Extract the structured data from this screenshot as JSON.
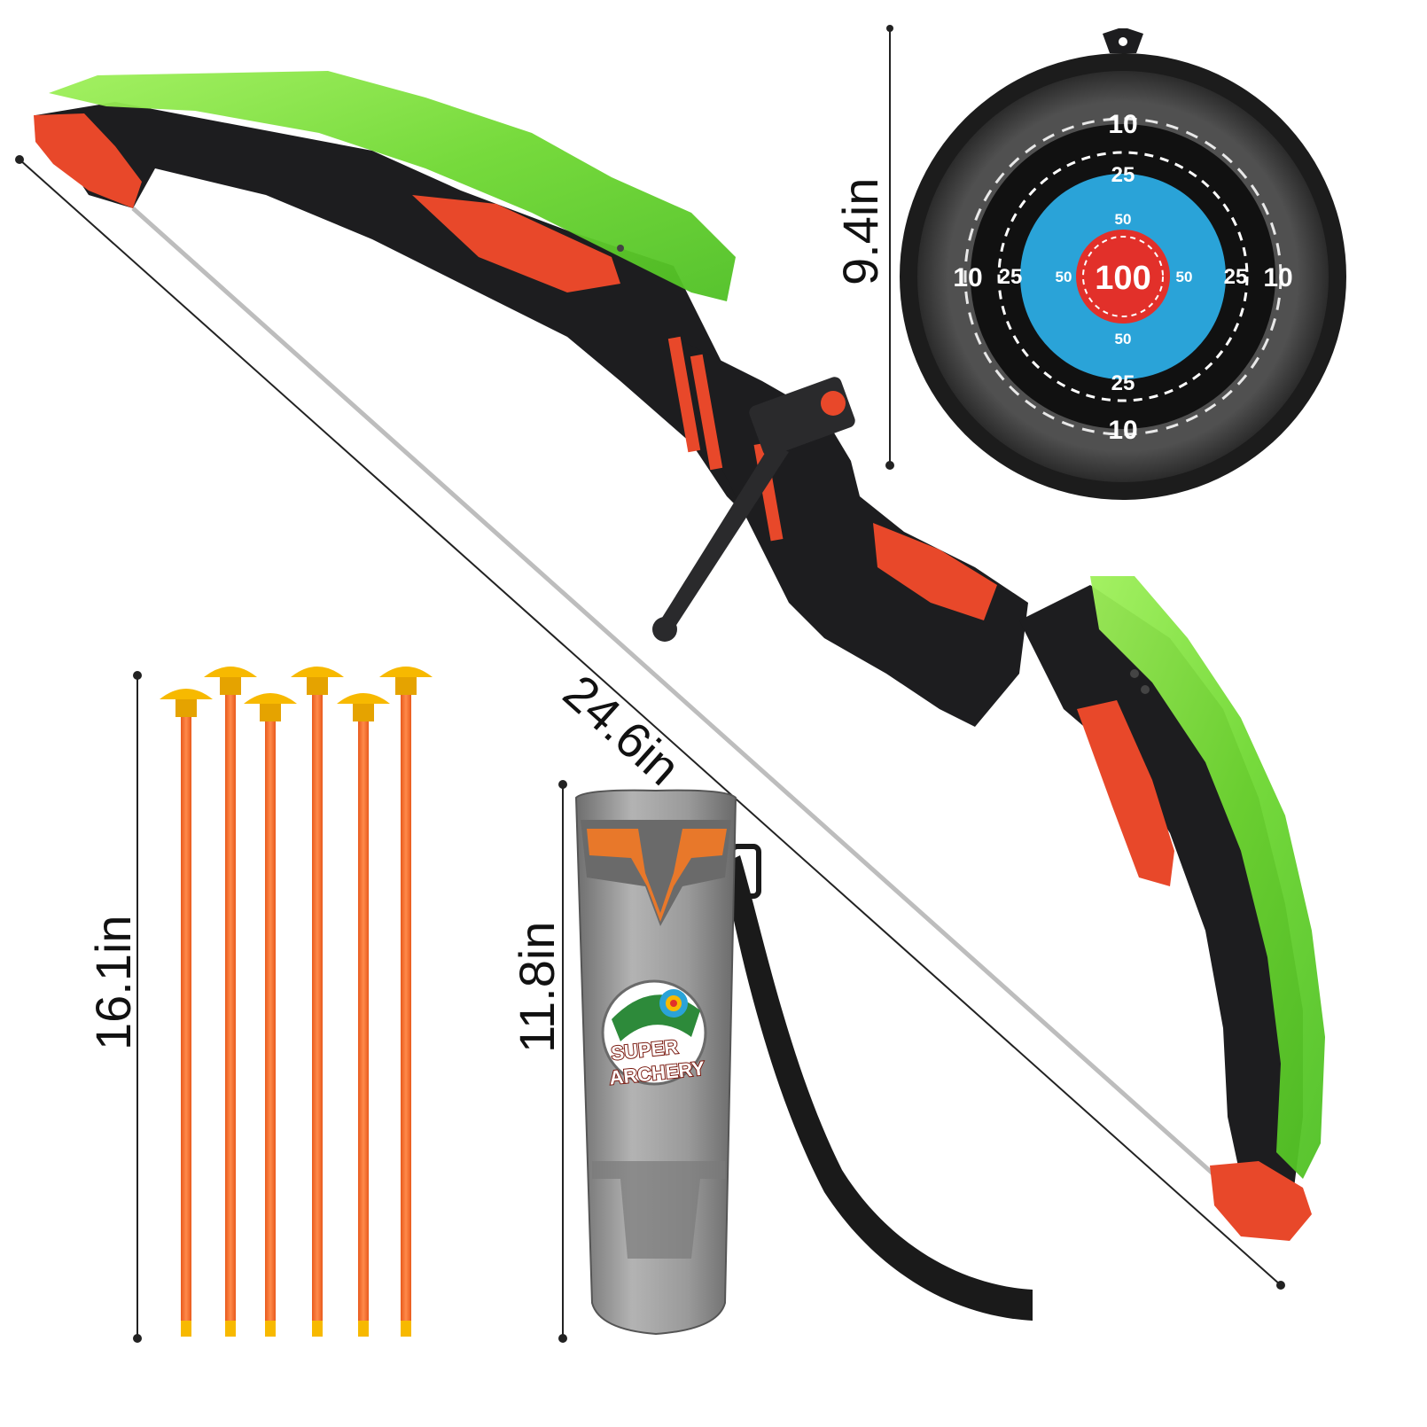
{
  "dimensions": {
    "bow_length": "24.6in",
    "target_diameter": "9.4in",
    "arrow_length": "16.1in",
    "quiver_height": "11.8in"
  },
  "target": {
    "outer_score": "10",
    "middle_score": "25",
    "inner_score": "50",
    "bullseye_score": "100"
  },
  "quiver": {
    "badge_line_1": "SUPER",
    "badge_line_2": "ARCHERY"
  },
  "arrows": {
    "count": 6
  },
  "colors": {
    "limb_green": "#7ee03a",
    "riser_black": "#1d1d1f",
    "accent_red": "#e8482a",
    "arrow_orange": "#f26a2c",
    "suction_yellow": "#f7b900",
    "target_blue": "#2aa3d8",
    "target_red": "#e2302a",
    "quiver_gray": "#8c8c8c"
  }
}
